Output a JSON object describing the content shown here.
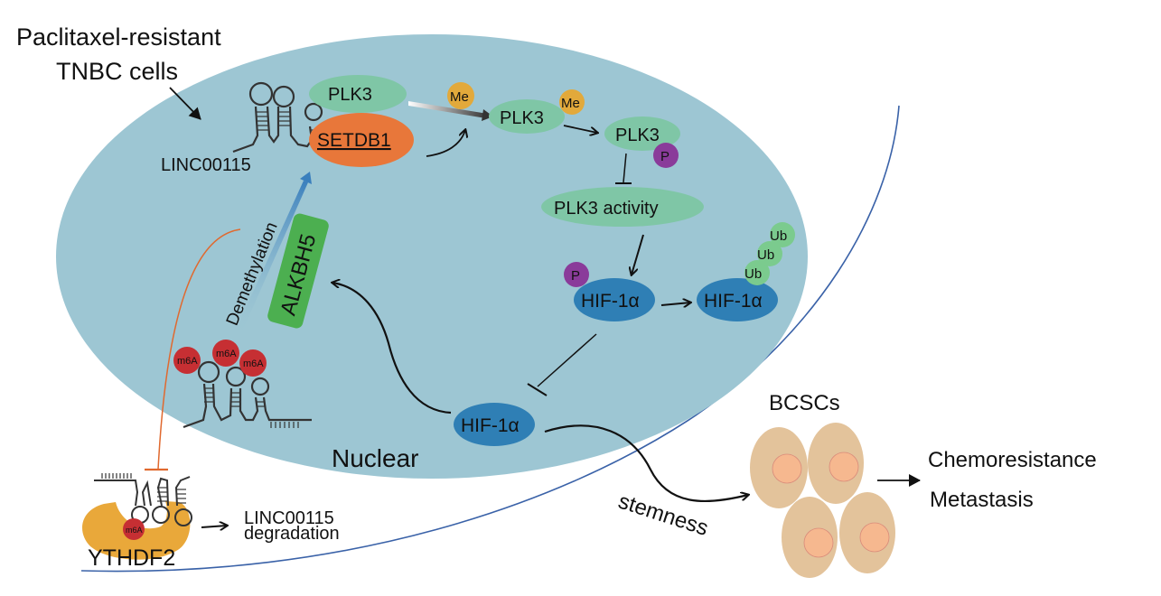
{
  "title_label": {
    "line1": "Paclitaxel-resistant",
    "line2": "TNBC cells"
  },
  "nucleus": {
    "label": "Nuclear",
    "color": "#9dc6d3"
  },
  "lncrna": {
    "name": "LINC00115",
    "m6a_label": "m6A"
  },
  "proteins": {
    "plk3": "PLK3",
    "setdb1": "SETDB1",
    "plk3_activity": "PLK3 activity",
    "hif1a": "HIF-1α",
    "alkbh5": "ALKBH5",
    "ythdf2": "YTHDF2"
  },
  "modifications": {
    "me": "Me",
    "p": "P",
    "ub": "Ub"
  },
  "processes": {
    "demethylation": "Demethylation",
    "degradation_line1": "LINC00115",
    "degradation_line2": "degradation",
    "stemness": "stemness"
  },
  "outcomes": {
    "bcscs": "BCSCs",
    "chemoresistance": "Chemoresistance",
    "metastasis": "Metastasis"
  },
  "colors": {
    "plk3_green": "#7fc6a6",
    "setdb1_orange": "#e8773a",
    "me_gold": "#e2a93b",
    "p_purple": "#8a3b9a",
    "hif_blue": "#2f7fb5",
    "alkbh5_green": "#4caf50",
    "ub_green": "#7bcb8e",
    "m6a_red": "#c62f33",
    "ythdf2_gold": "#e9a83a",
    "cell_tan": "#e3c39b",
    "cell_nucleus": "#f6b88f",
    "membrane_blue": "#3a62a8",
    "inhibit_orange": "#e0692f"
  }
}
